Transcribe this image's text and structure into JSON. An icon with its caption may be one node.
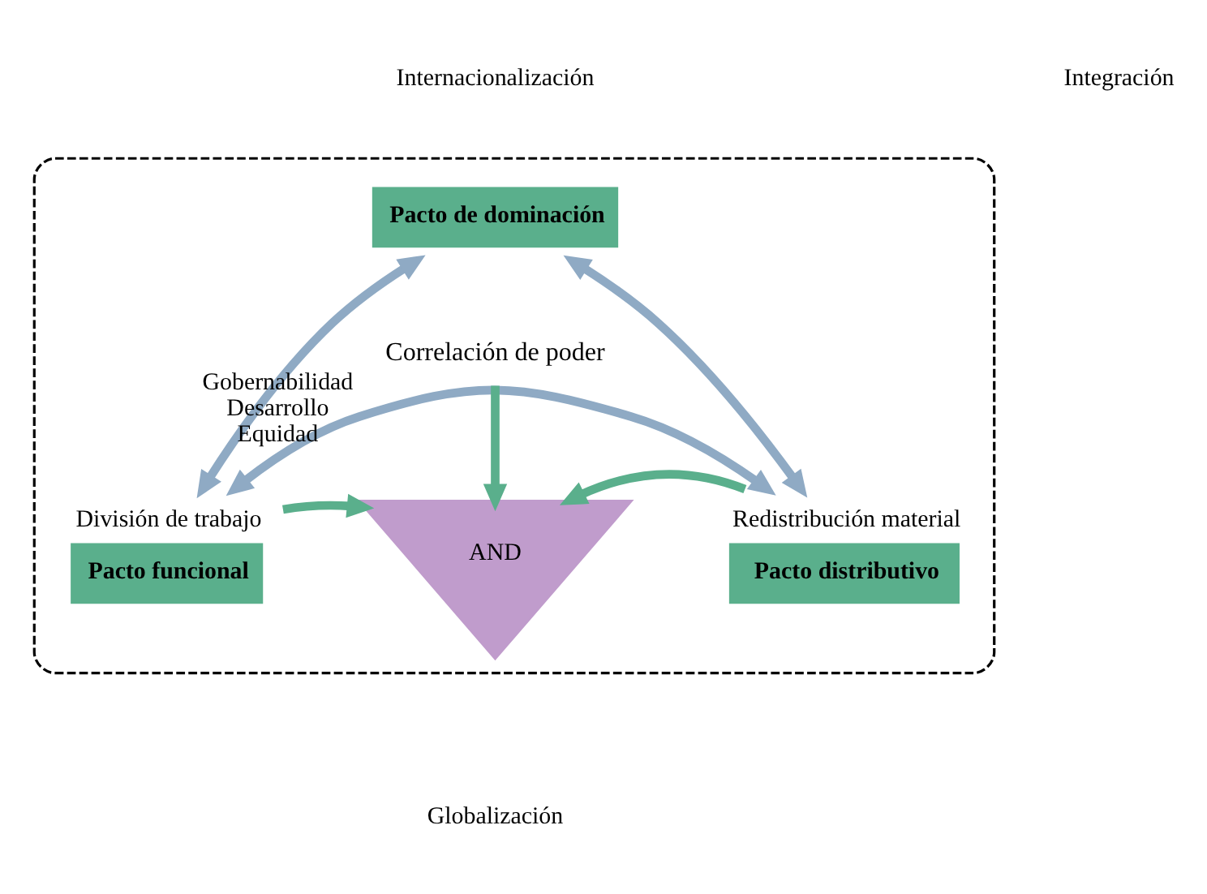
{
  "diagram": {
    "nodes": [
      {
        "text": [],
        "shape": "cloud"
      },
      {
        "text": [
          "Pacto de dominación"
        ],
        "in": 0
      },
      {
        "text": [
          "Pacto funcional"
        ],
        "in": 0,
        "beside": [
          "División de trabajo"
        ]
      },
      {
        "text": [
          "Pacto distributivo"
        ],
        "in": 0,
        "beside": [
          "Redistribución material"
        ]
      },
      {
        "text": [
          "AND"
        ],
        "in": 0,
        "beside": [
          "Gobernabilidad",
          "Desarrollo",
          "Equidad"
        ]
      },
      {
        "text": [
          "Correlación de poder"
        ],
        "in": 0
      }
    ],
    "edges": [
      {
        "from": 1,
        "to": 2,
        "arrow": "both"
      },
      {
        "from": 1,
        "to": 3,
        "arrow": "both"
      },
      {
        "from": 2,
        "to": 3,
        "arrow": "both"
      },
      {
        "from": 5,
        "to": 4,
        "arrow": "to",
        "color": "#5aaf8c"
      },
      {
        "from": 2,
        "to": 4,
        "arrow": "to",
        "color": "#5aaf8c"
      },
      {
        "from": 3,
        "to": 4,
        "arrow": "to",
        "color": "#5aaf8c"
      }
    ],
    "labels": [
      "Internacionalización",
      "Integración",
      "Globalización"
    ]
  }
}
